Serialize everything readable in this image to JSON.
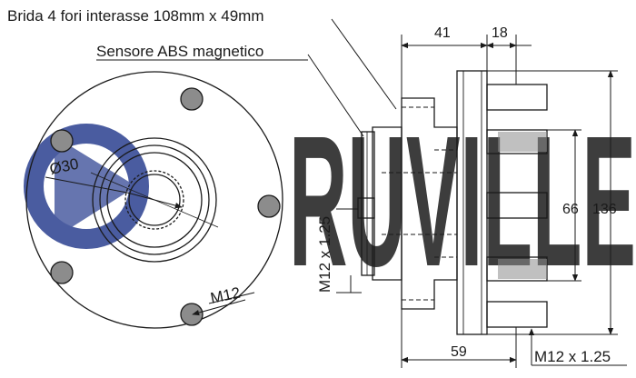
{
  "labels": {
    "flange_note": "Brida 4 fori interasse 108mm x 49mm",
    "sensor_note": "Sensore ABS magnetico",
    "diameter": "Ø30",
    "bolt_front": "M12",
    "thread_vertical": "M12 x 1.25",
    "thread_bottom": "M12 x 1.25"
  },
  "dimensions": {
    "width_41": "41",
    "width_18": "18",
    "width_59": "59",
    "dia_66": "66",
    "dia_136": "136"
  },
  "watermark": {
    "text": "RUVILLE",
    "color": "#2a3f8f"
  },
  "colors": {
    "line": "#1a1a1a",
    "hole_fill": "#8c8c8c",
    "watermark": "#2a3f8f"
  }
}
